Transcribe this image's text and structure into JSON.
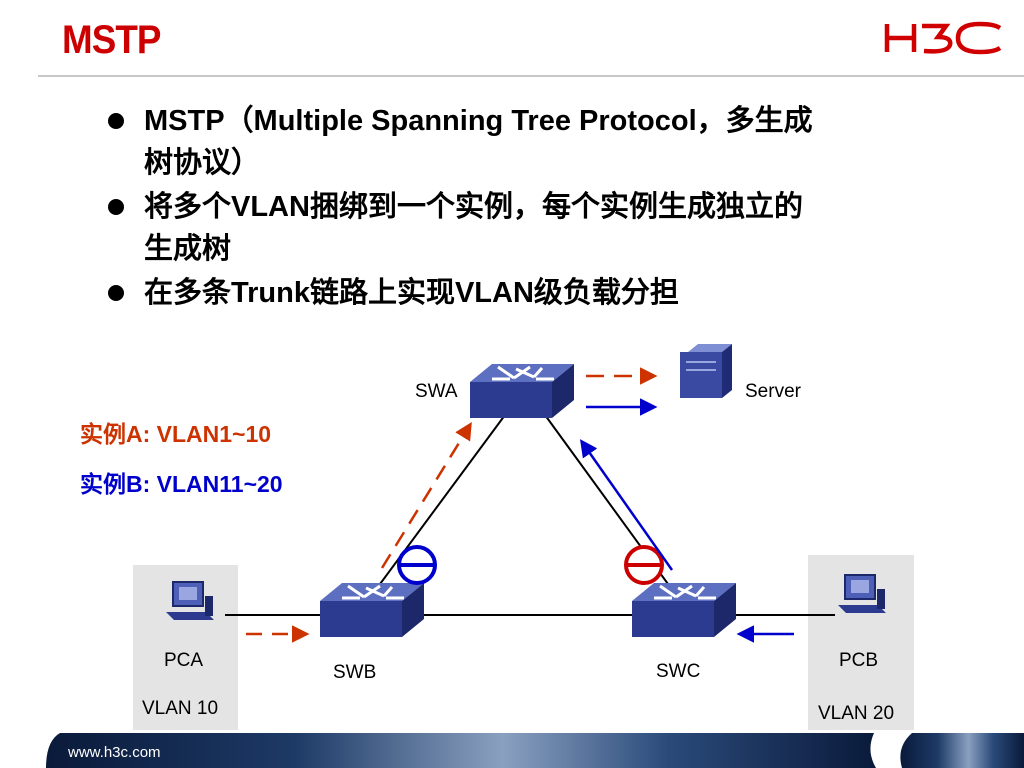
{
  "title": "MSTP",
  "logo_text": "H3C",
  "bullets": [
    {
      "line1": "MSTP（Multiple Spanning Tree Protocol，多生成",
      "line2": "树协议）"
    },
    {
      "line1": "将多个VLAN捆绑到一个实例，每个实例生成独立的",
      "line2": "生成树"
    },
    {
      "line1": "在多条Trunk链路上实现VLAN级负载分担",
      "line2": ""
    }
  ],
  "diagram": {
    "nodes": {
      "swa": "SWA",
      "swb": "SWB",
      "swc": "SWC",
      "server": "Server",
      "pca": "PCA",
      "pcb": "PCB",
      "pca_vlan": "VLAN 10",
      "pcb_vlan": "VLAN 20"
    },
    "instances": {
      "a": "实例A: VLAN1~10",
      "b": "实例B: VLAN11~20"
    },
    "colors": {
      "instance_a": "#cc3300",
      "instance_b": "#0000cc",
      "blocked_b_symbol": "#0000cc",
      "blocked_a_symbol": "#cc0000"
    }
  },
  "footer": {
    "url": "www.h3c.com"
  },
  "colors": {
    "title": "#cc0000",
    "rule": "#c8c8c8"
  }
}
